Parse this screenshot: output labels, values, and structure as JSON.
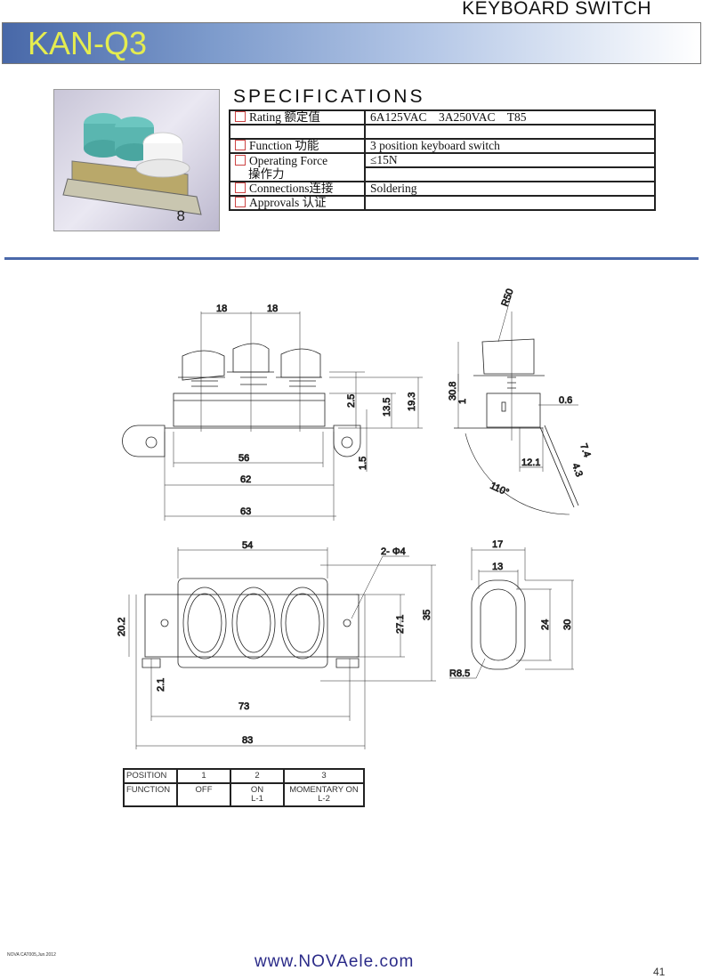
{
  "header": {
    "category": "KEYBOARD SWITCH",
    "model": "KAN-Q3"
  },
  "photo": {
    "label": "8"
  },
  "specifications": {
    "title": "SPECIFICATIONS",
    "rows": [
      {
        "label": "Rating 额定值",
        "value": "6A125VAC    3A250VAC    T85"
      },
      {
        "label": "",
        "value": ""
      },
      {
        "label": "Function 功能",
        "value": "3 position keyboard switch"
      },
      {
        "label": "Operating Force",
        "value": "≤15N"
      },
      {
        "label": "操作力",
        "value": ""
      },
      {
        "label": "Connections连接",
        "value": "Soldering"
      },
      {
        "label": "Approvals 认证",
        "value": ""
      }
    ]
  },
  "drawing": {
    "front": {
      "pitch1": "18",
      "pitch2": "18",
      "d2_5": "2.5",
      "d13_5": "13.5",
      "d19_3": "19.3",
      "d1_5": "1.5",
      "w56": "56",
      "w62": "62",
      "w63": "63"
    },
    "side": {
      "r50": "R50",
      "h30_8": "30.8",
      "d1": "1",
      "d0_6": "0.6",
      "d12_1": "12.1",
      "d7_4": "7.4",
      "d4_3": "4.3",
      "angle": "110°"
    },
    "top": {
      "w54": "54",
      "holes": "2- Φ4",
      "h20_2": "20.2",
      "h27_1": "27.1",
      "h35": "35",
      "d2_1": "2.1",
      "w73": "73",
      "w83": "83"
    },
    "cap": {
      "w17": "17",
      "w13": "13",
      "h24": "24",
      "h30": "30",
      "r8_5": "R8.5"
    }
  },
  "position_table": {
    "headers": [
      "POSITION",
      "1",
      "2",
      "3"
    ],
    "function_label": "FUNCTION",
    "functions": [
      [
        "OFF",
        ""
      ],
      [
        "ON",
        "L-1"
      ],
      [
        "MOMENTARY ON",
        "L-2"
      ]
    ]
  },
  "footer": {
    "catalog": "NOVA CAT005,Jun.2012",
    "url": "www.NOVAele.com",
    "page": "41"
  }
}
